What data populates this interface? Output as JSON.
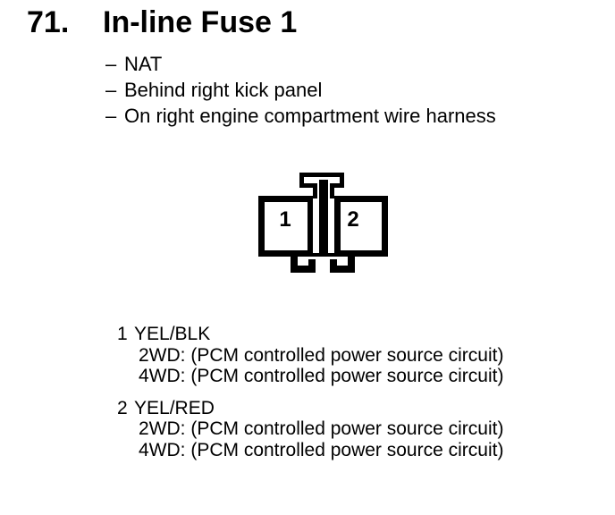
{
  "page": {
    "background": "#ffffff",
    "ink": "#000000"
  },
  "header": {
    "number": "71.",
    "title": "In-line Fuse 1"
  },
  "location_notes": {
    "dash": "–",
    "items": [
      {
        "text": "NAT"
      },
      {
        "text": "Behind right kick panel"
      },
      {
        "text": "On right engine compartment wire harness"
      }
    ]
  },
  "connector": {
    "pins": [
      "1",
      "2"
    ]
  },
  "pin_details": [
    {
      "pin": "1",
      "wire_color": "YEL/BLK",
      "lines": [
        "2WD: (PCM controlled power source circuit)",
        "4WD: (PCM controlled power source circuit)"
      ]
    },
    {
      "pin": "2",
      "wire_color": "YEL/RED",
      "lines": [
        "2WD: (PCM controlled power source circuit)",
        "4WD: (PCM controlled power source circuit)"
      ]
    }
  ]
}
